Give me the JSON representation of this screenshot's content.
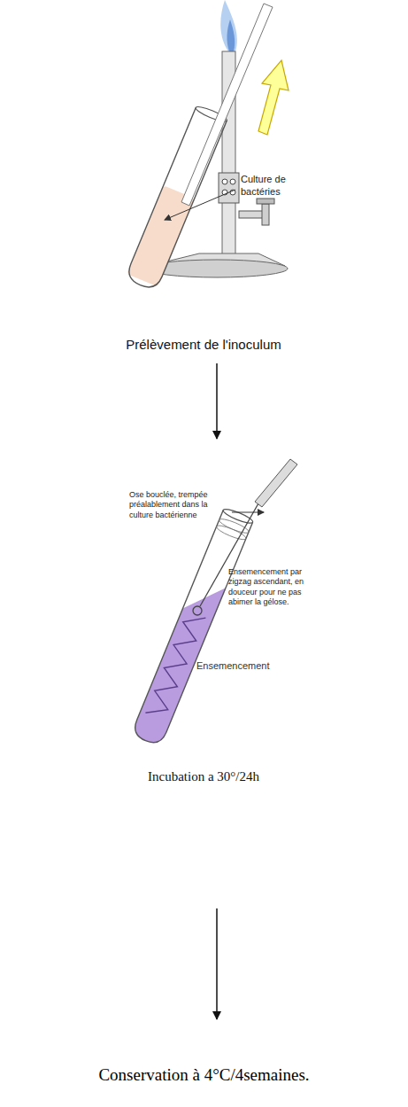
{
  "diagram": {
    "nodes": [
      {
        "text": [
          "Prélèvement de l'inoculum"
        ]
      },
      {
        "text": [
          "Ensemencement",
          "Incubation a 30°/24h"
        ]
      },
      {
        "text": [
          "Conservation à 4°C/4semaines."
        ]
      }
    ],
    "edges": [
      {
        "from": 0,
        "to": 1,
        "arrow": "to"
      },
      {
        "from": 1,
        "to": 2,
        "arrow": "to"
      }
    ],
    "labels": [
      "Culture de bactéries",
      "Ose bouclée, trempée préalablement dans la culture bactérienne",
      "Ensemencement par zigzag ascendant, en douceur pour ne pas abimer la gélose."
    ]
  }
}
